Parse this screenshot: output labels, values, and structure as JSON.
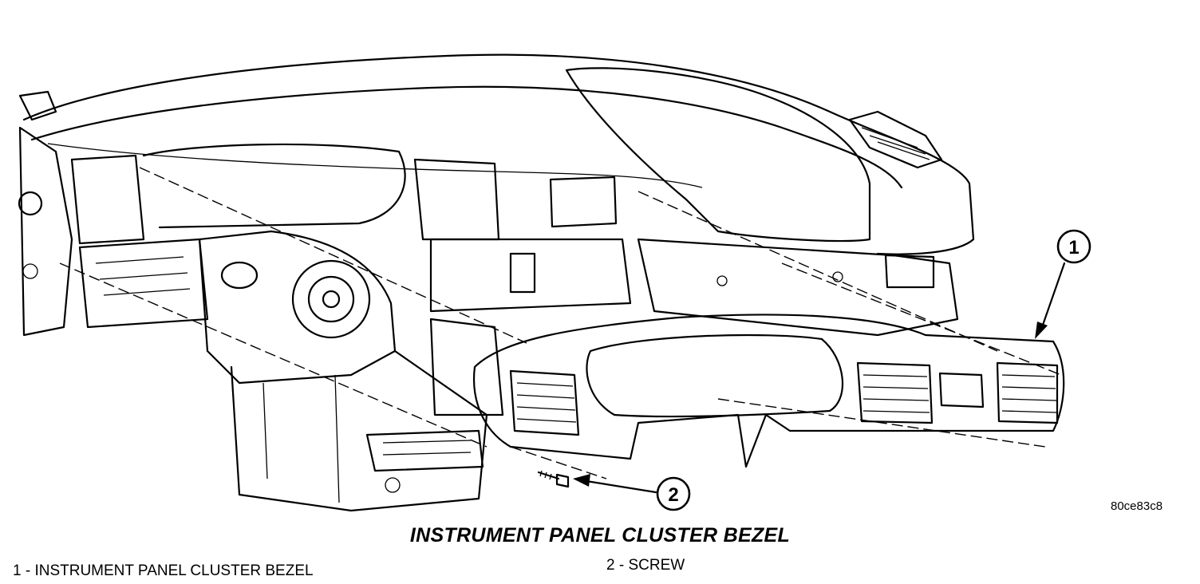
{
  "figure": {
    "code": "80ce83c8",
    "title": "INSTRUMENT PANEL CLUSTER BEZEL"
  },
  "callouts": [
    {
      "number": "1",
      "label": "1 - INSTRUMENT PANEL CLUSTER BEZEL"
    },
    {
      "number": "2",
      "label": "2 - SCREW"
    }
  ]
}
